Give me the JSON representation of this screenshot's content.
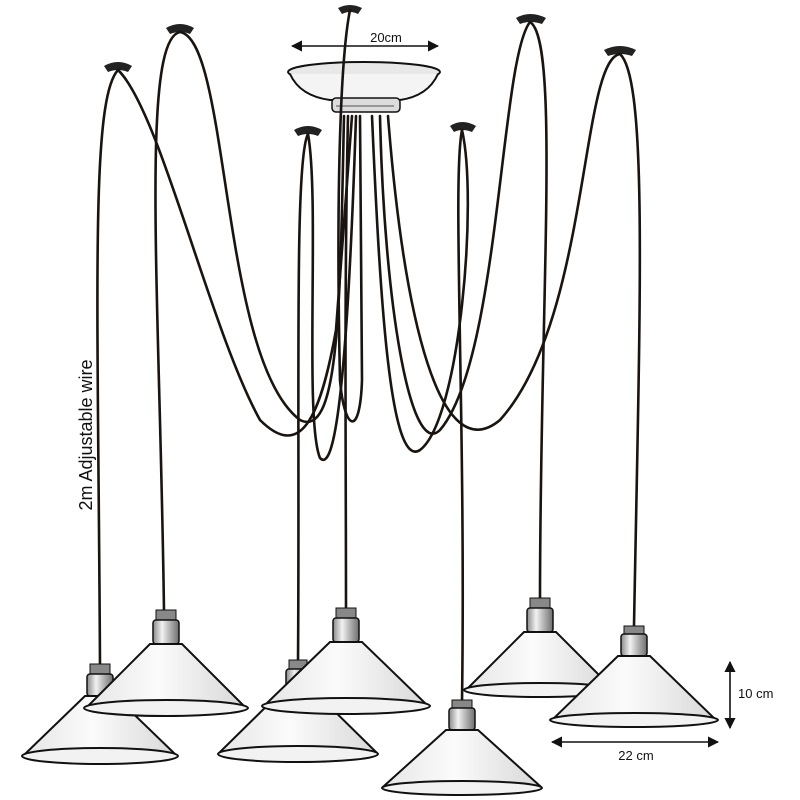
{
  "colors": {
    "background": "#ffffff",
    "wire": "#1a1410",
    "outline": "#111111",
    "shade_fill": "#f7f7f7",
    "metal": "#d9d9d9"
  },
  "labels": {
    "canopy_width": "20cm",
    "wire_length": "2m Adjustable wire",
    "shade_height": "10 cm",
    "shade_width": "22 cm"
  }
}
